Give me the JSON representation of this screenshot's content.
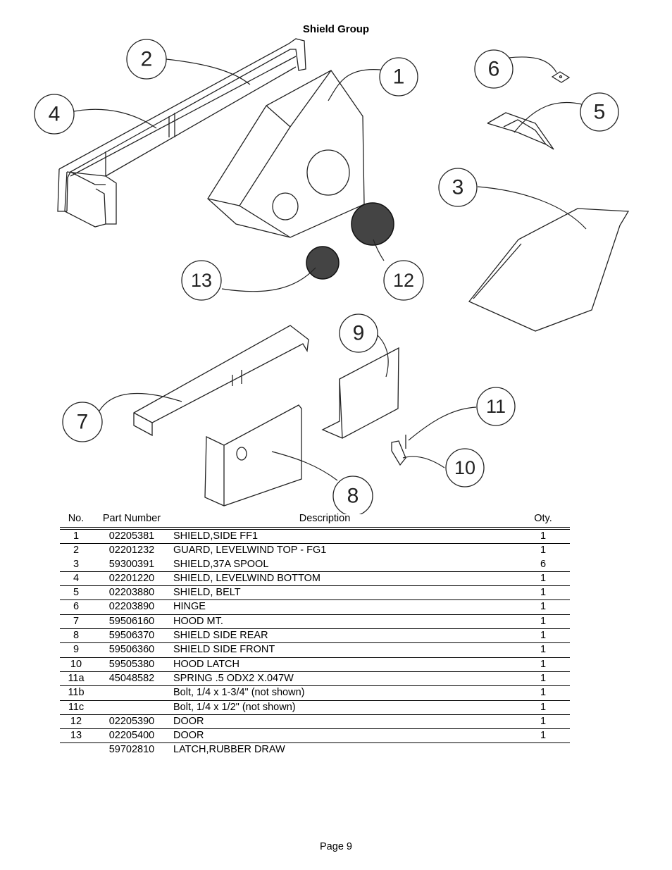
{
  "page": {
    "title": "Shield Group",
    "footer": "Page 9"
  },
  "diagram": {
    "callouts": [
      "1",
      "2",
      "3",
      "4",
      "5",
      "6",
      "7",
      "8",
      "9",
      "10",
      "11",
      "12",
      "13"
    ]
  },
  "table": {
    "headers": {
      "no": "No.",
      "part": "Part Number",
      "desc": "Description",
      "qty": "Oty."
    },
    "rows": [
      {
        "no": "1",
        "part": "02205381",
        "desc": "SHIELD,SIDE FF1",
        "qty": "1"
      },
      {
        "no": "2",
        "part": "02201232",
        "desc": "GUARD, LEVELWIND TOP - FG1",
        "qty": "1"
      },
      {
        "no": "3",
        "part": "59300391",
        "desc": "SHIELD,37A SPOOL",
        "qty": "6"
      },
      {
        "no": "4",
        "part": "02201220",
        "desc": "SHIELD, LEVELWIND BOTTOM",
        "qty": "1"
      },
      {
        "no": "5",
        "part": "02203880",
        "desc": "SHIELD, BELT",
        "qty": "1"
      },
      {
        "no": "6",
        "part": "02203890",
        "desc": "HINGE",
        "qty": "1"
      },
      {
        "no": "7",
        "part": "59506160",
        "desc": "HOOD MT.",
        "qty": "1"
      },
      {
        "no": "8",
        "part": "59506370",
        "desc": "SHIELD SIDE REAR",
        "qty": "1"
      },
      {
        "no": "9",
        "part": "59506360",
        "desc": "SHIELD SIDE FRONT",
        "qty": "1"
      },
      {
        "no": "10",
        "part": "59505380",
        "desc": "HOOD LATCH",
        "qty": "1"
      },
      {
        "no": "11a",
        "part": "45048582",
        "desc": "SPRING .5 ODX2 X.047W",
        "qty": "1"
      },
      {
        "no": "11b",
        "part": "",
        "desc": "Bolt, 1/4 x 1-3/4\" (not shown)",
        "qty": "1"
      },
      {
        "no": "11c",
        "part": "",
        "desc": "Bolt, 1/4 x 1/2\" (not shown)",
        "qty": "1"
      },
      {
        "no": "12",
        "part": "02205390",
        "desc": "DOOR",
        "qty": "1"
      },
      {
        "no": "13",
        "part": "02205400",
        "desc": "DOOR",
        "qty": "1"
      },
      {
        "no": "",
        "part": "59702810",
        "desc": "LATCH,RUBBER DRAW",
        "qty": ""
      }
    ]
  }
}
